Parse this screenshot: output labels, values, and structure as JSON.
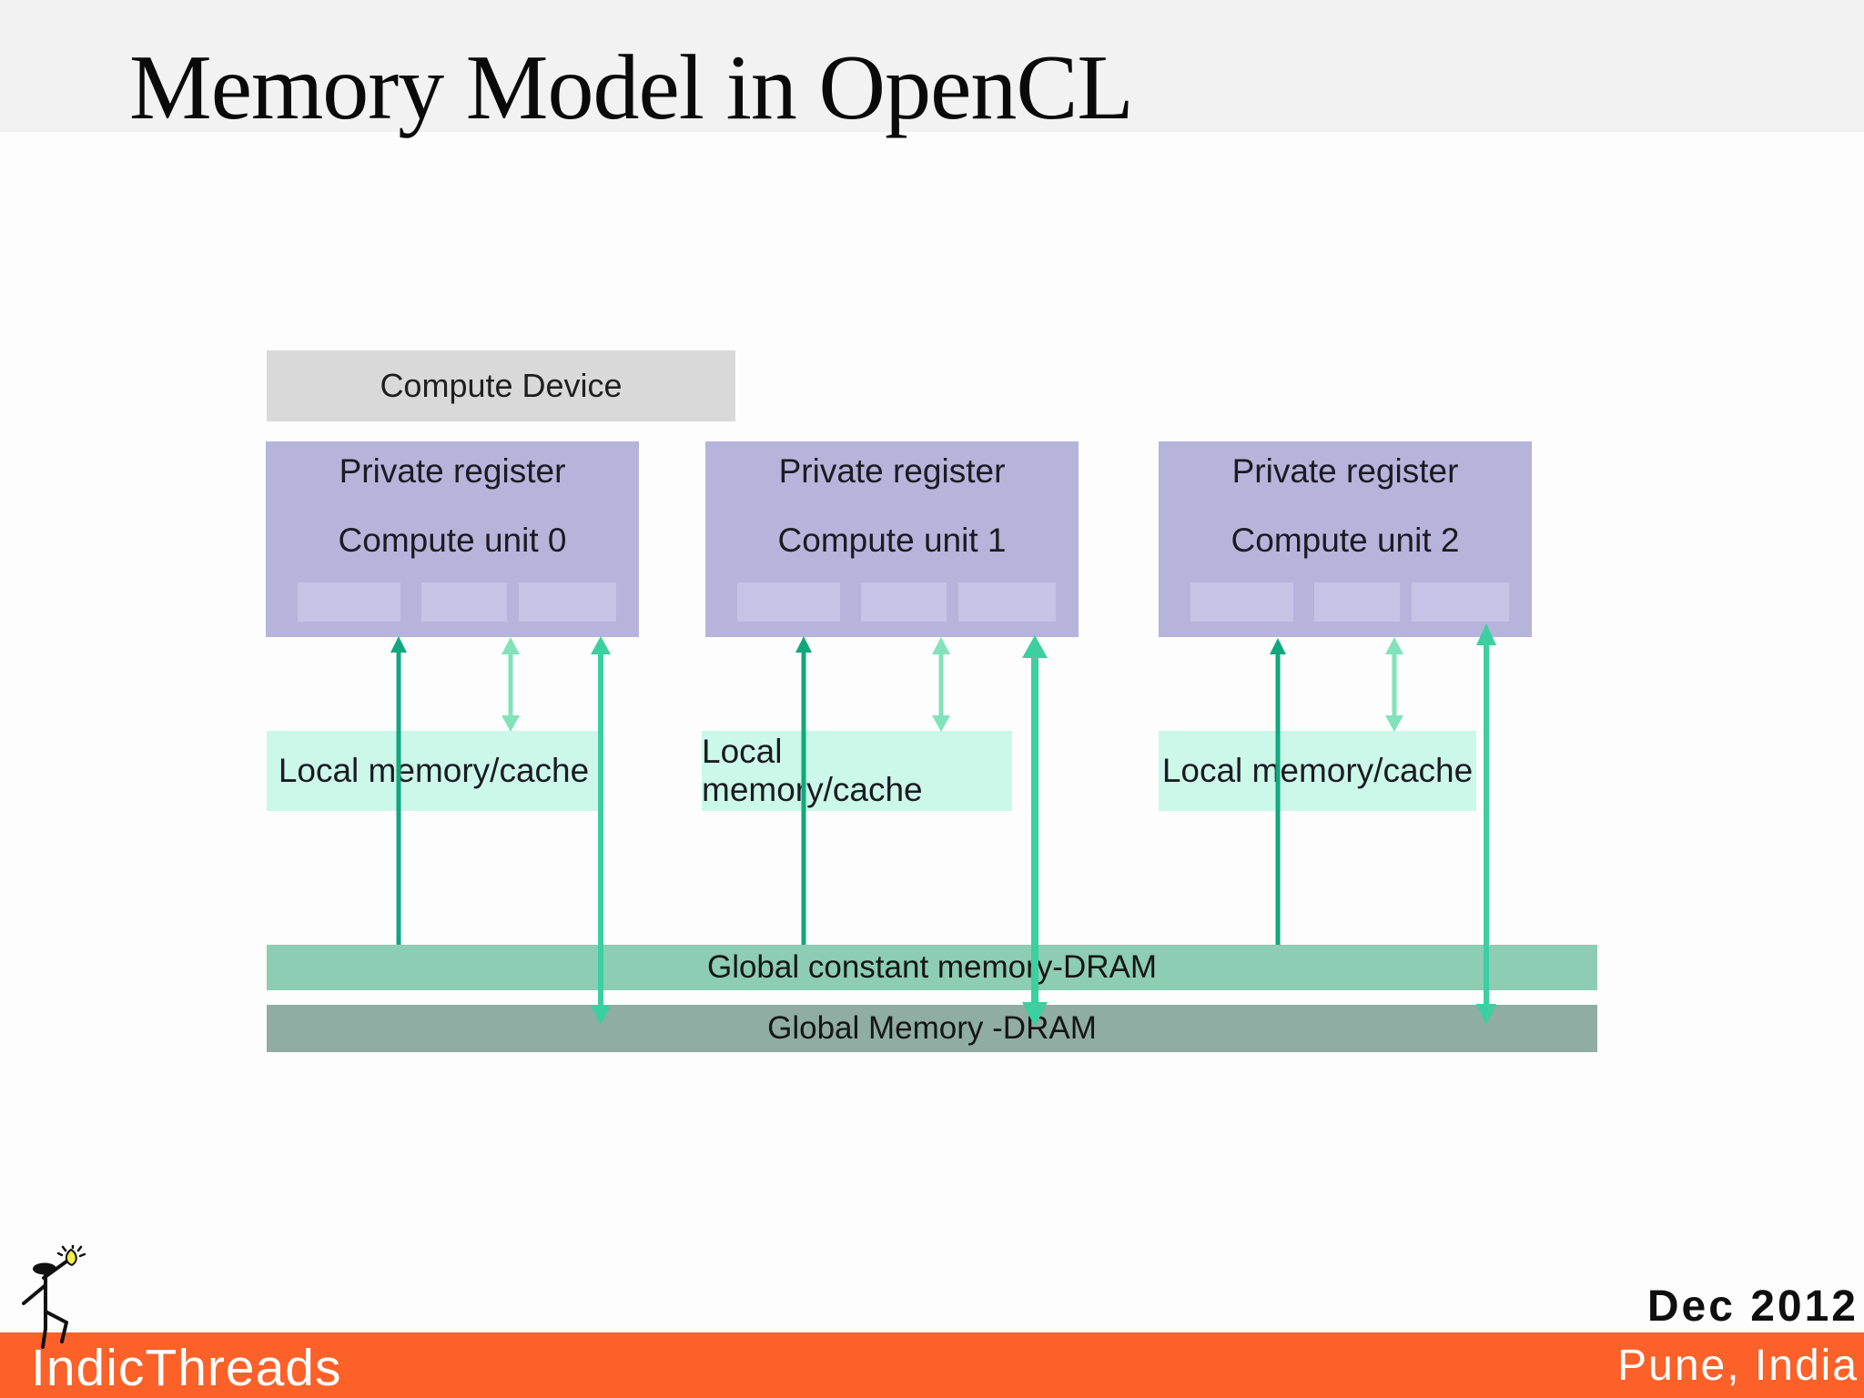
{
  "slide": {
    "title": "Memory Model in OpenCL"
  },
  "diagram": {
    "compute_device_label": "Compute Device",
    "units": [
      {
        "register_label": "Private register",
        "unit_label": "Compute unit 0",
        "local_label": "Local memory/cache"
      },
      {
        "register_label": "Private register",
        "unit_label": "Compute unit 1",
        "local_label": "Local memory/cache"
      },
      {
        "register_label": "Private register",
        "unit_label": "Compute unit 2",
        "local_label": "Local memory/cache"
      }
    ],
    "bands": {
      "constant_label": "Global constant memory-DRAM",
      "global_label": "Global Memory -DRAM"
    }
  },
  "footer": {
    "brand": "IndicThreads",
    "date": "Dec 2012",
    "location": "Pune, India"
  },
  "colors": {
    "bg": "#fdfdfd",
    "title_band": "#f2f2f2",
    "compute_device_fill": "#d9d9d9",
    "unit_fill": "#b6b4db",
    "unit_subblock_fill": "#c5c3e6",
    "local_fill": "#cbf8e9",
    "constant_band_fill": "#8ccdb3",
    "global_band_fill": "#8fada2",
    "arrow_dark": "#12a87d",
    "arrow_light": "#82e2ba",
    "arrow_long": "#3ccf9f",
    "footer_fill": "#fb6128",
    "footer_text": "#ffffff"
  }
}
